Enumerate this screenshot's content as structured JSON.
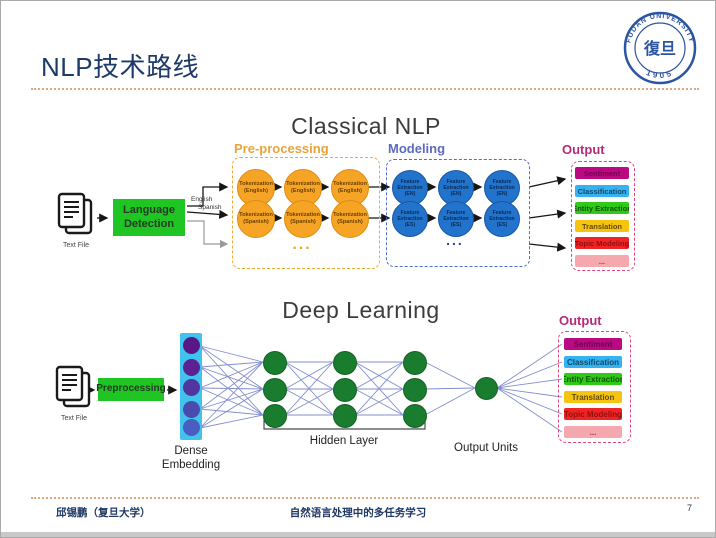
{
  "header": {
    "title": "NLP技术路线",
    "logo_top": "FUDAN UNIVERSITY",
    "logo_year": "1905",
    "logo_center": "復旦"
  },
  "classical": {
    "title": "Classical NLP",
    "labels": {
      "preprocessing": "Pre-processing",
      "modeling": "Modeling",
      "output": "Output"
    },
    "text_file": "Text File",
    "language_detection": "Language Detection",
    "english": "English",
    "spanish": "Spanish",
    "token_en": {
      "l1": "Tokenization",
      "l2": "(English)"
    },
    "token_es": {
      "l1": "Tokenization",
      "l2": "(Spanish)"
    },
    "feat_en": {
      "l1": "Feature",
      "l2": "Extraction",
      "l3": "(EN)"
    },
    "feat_es": {
      "l1": "Feature",
      "l2": "Extraction",
      "l3": "(ES)"
    },
    "ellipsis": "..."
  },
  "deep": {
    "title": "Deep Learning",
    "text_file": "Text File",
    "preprocessing": "Preprocessing",
    "dense_l1": "Dense",
    "dense_l2": "Embedding",
    "hidden_layer": "Hidden Layer",
    "output_units": "Output Units",
    "output_label": "Output",
    "embedding_styles": [
      "background:#5a1687",
      "background:#5d2194",
      "background:#5136a0",
      "background:#4b4bae",
      "background:#4c5dc1"
    ]
  },
  "output_tasks": [
    {
      "label": "Sentiment",
      "style": "background:#b90a81;color:#740253"
    },
    {
      "label": "Classification",
      "style": "background:#35b2f2;color:#124a66"
    },
    {
      "label": "Entity Extraction",
      "style": "background:#2fc917;color:#0f5405"
    },
    {
      "label": "Translation",
      "style": "background:#f4c411;color:#63490a"
    },
    {
      "label": "Topic Modeling",
      "style": "background:#ef2424;color:#8f1010"
    },
    {
      "label": "...",
      "style": "background:#f5a8ae;color:#a03a42"
    }
  ],
  "footer": {
    "left": "邱锡鹏（复旦大学）",
    "center": "自然语言处理中的多任务学习",
    "page": "7"
  },
  "colors": {
    "title_navy": "#1e3a68",
    "divider_orange": "#dfa77e",
    "accent_green": "#1fc522",
    "node_orange": "#f6a426",
    "node_blue": "#2173cc",
    "node_green_dark": "#1a7c2e",
    "embedding_bg": "#41c3ec",
    "dashed_orange": "#f0a830",
    "dashed_blue": "#4a6fd0",
    "dashed_pink": "#e0447e",
    "network_line": "#7d88ca",
    "stage_orange": "#e8a33d",
    "stage_indigo": "#5b6bbf",
    "stage_magenta": "#b42b78"
  }
}
